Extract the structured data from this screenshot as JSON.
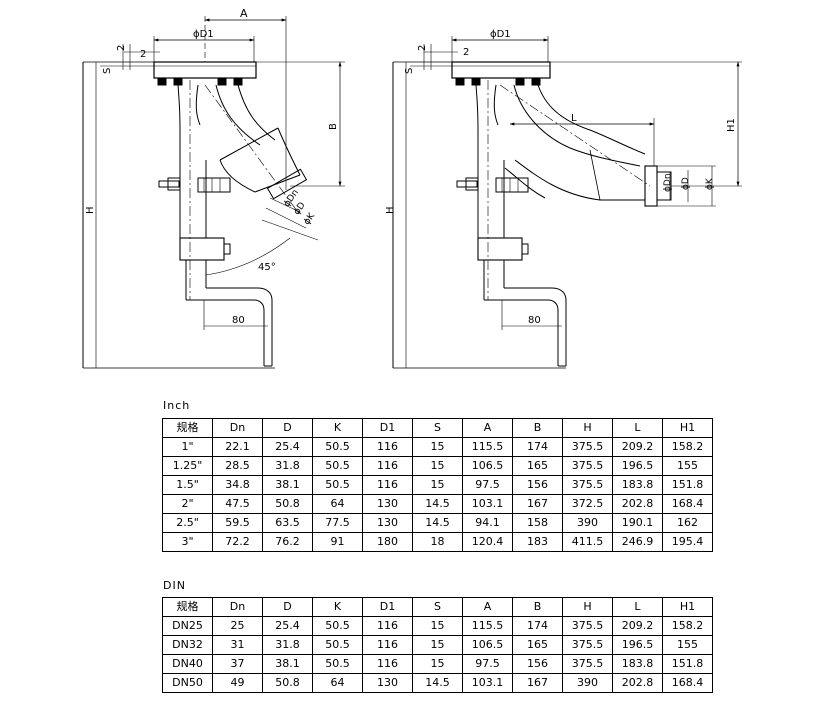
{
  "drawing": {
    "left_view": {
      "labels": {
        "A": "A",
        "D1": "ϕD1",
        "two_a": "2",
        "two_b": "2",
        "S": "S",
        "B": "B",
        "H": "H",
        "Dn": "ϕDn",
        "D": "ϕD",
        "K": "ϕK",
        "angle": "45°",
        "eighty": "80"
      }
    },
    "right_view": {
      "labels": {
        "D1": "ϕD1",
        "two_a": "2",
        "two_b": "2",
        "S": "S",
        "L": "L",
        "H1": "H1",
        "H": "H",
        "Dn": "ϕDn",
        "D": "ϕD",
        "K": "ϕK",
        "eighty": "80"
      }
    }
  },
  "tables": {
    "inch": {
      "caption": "Inch",
      "headers": [
        "规格",
        "Dn",
        "D",
        "K",
        "D1",
        "S",
        "A",
        "B",
        "H",
        "L",
        "H1"
      ],
      "rows": [
        [
          "1\"",
          "22.1",
          "25.4",
          "50.5",
          "116",
          "15",
          "115.5",
          "174",
          "375.5",
          "209.2",
          "158.2"
        ],
        [
          "1.25\"",
          "28.5",
          "31.8",
          "50.5",
          "116",
          "15",
          "106.5",
          "165",
          "375.5",
          "196.5",
          "155"
        ],
        [
          "1.5\"",
          "34.8",
          "38.1",
          "50.5",
          "116",
          "15",
          "97.5",
          "156",
          "375.5",
          "183.8",
          "151.8"
        ],
        [
          "2\"",
          "47.5",
          "50.8",
          "64",
          "130",
          "14.5",
          "103.1",
          "167",
          "372.5",
          "202.8",
          "168.4"
        ],
        [
          "2.5\"",
          "59.5",
          "63.5",
          "77.5",
          "130",
          "14.5",
          "94.1",
          "158",
          "390",
          "190.1",
          "162"
        ],
        [
          "3\"",
          "72.2",
          "76.2",
          "91",
          "180",
          "18",
          "120.4",
          "183",
          "411.5",
          "246.9",
          "195.4"
        ]
      ]
    },
    "din": {
      "caption": "DIN",
      "headers": [
        "规格",
        "Dn",
        "D",
        "K",
        "D1",
        "S",
        "A",
        "B",
        "H",
        "L",
        "H1"
      ],
      "rows": [
        [
          "DN25",
          "25",
          "25.4",
          "50.5",
          "116",
          "15",
          "115.5",
          "174",
          "375.5",
          "209.2",
          "158.2"
        ],
        [
          "DN32",
          "31",
          "31.8",
          "50.5",
          "116",
          "15",
          "106.5",
          "165",
          "375.5",
          "196.5",
          "155"
        ],
        [
          "DN40",
          "37",
          "38.1",
          "50.5",
          "116",
          "15",
          "97.5",
          "156",
          "375.5",
          "183.8",
          "151.8"
        ],
        [
          "DN50",
          "49",
          "50.8",
          "64",
          "130",
          "14.5",
          "103.1",
          "167",
          "390",
          "202.8",
          "168.4"
        ]
      ]
    }
  }
}
